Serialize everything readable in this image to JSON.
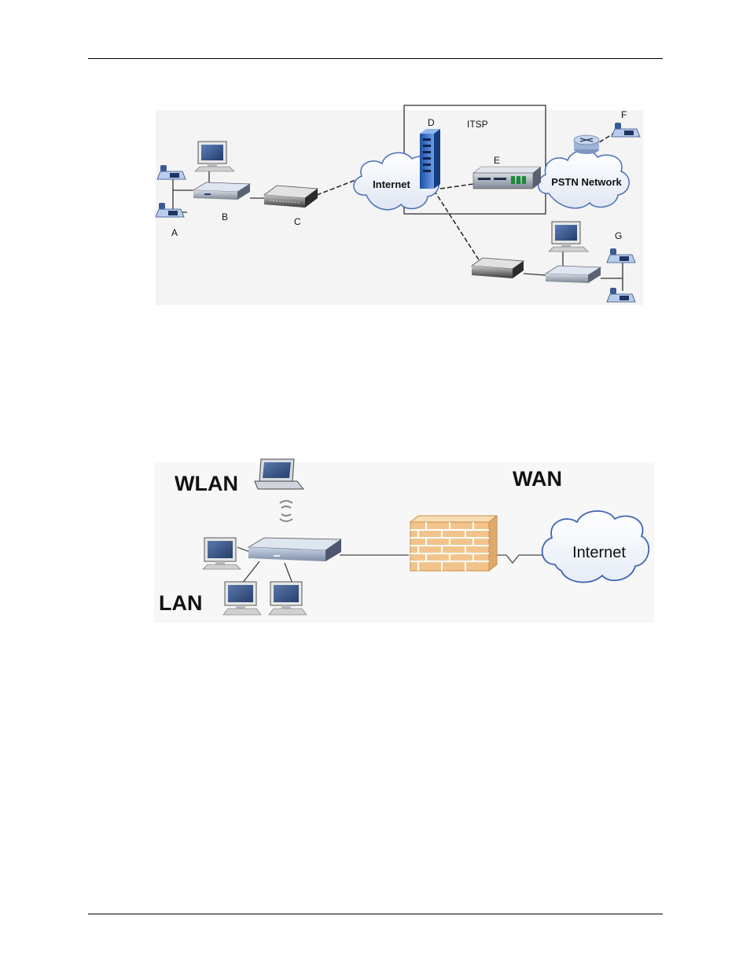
{
  "diagram1": {
    "labels": {
      "a": "A",
      "b": "B",
      "c": "C",
      "d": "D",
      "e": "E",
      "f": "F",
      "g": "G",
      "itsp": "ITSP",
      "internet": "Internet",
      "pstn": "PSTN Network"
    }
  },
  "diagram2": {
    "labels": {
      "wlan": "WLAN",
      "wan": "WAN",
      "lan": "LAN",
      "internet": "Internet"
    }
  }
}
